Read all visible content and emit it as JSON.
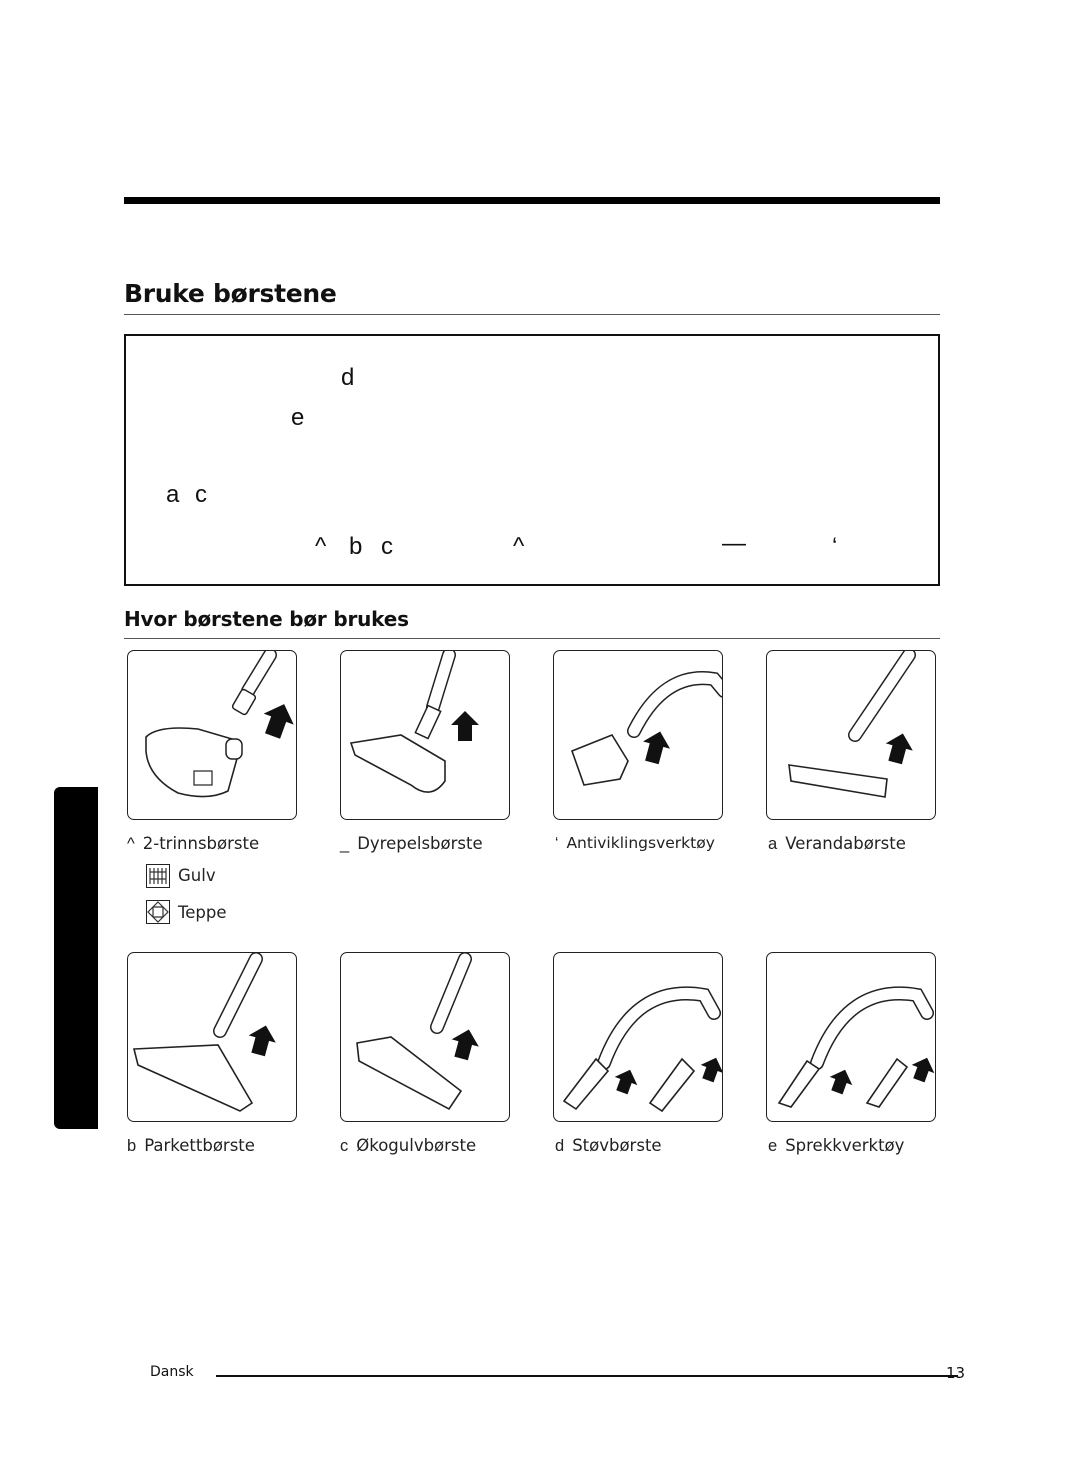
{
  "page": {
    "title": "Bruke børstene",
    "section_title": "Hvor børstene bør brukes",
    "footer_language": "Dansk",
    "page_number": "13"
  },
  "notice_glyphs": [
    "d",
    "e",
    "a",
    "c",
    "^",
    "b",
    "c",
    "^",
    "—",
    "‘"
  ],
  "brushes": [
    {
      "marker": "^",
      "label": "2-trinnsbørste",
      "icon": "turbo-brush-icon"
    },
    {
      "marker": "_",
      "label": "Dyrepelsbørste",
      "icon": "pet-brush-icon"
    },
    {
      "marker": "‘",
      "label": "Antiviklingsverktøy",
      "icon": "anti-tangle-tool-icon"
    },
    {
      "marker": "a",
      "label": "Verandabørste",
      "icon": "veranda-brush-icon"
    },
    {
      "marker": "b",
      "label": "Parkettbørste",
      "icon": "parquet-brush-icon"
    },
    {
      "marker": "c",
      "label": "Økogulvbørste",
      "icon": "eco-floor-brush-icon"
    },
    {
      "marker": "d",
      "label": "Støvbørste",
      "icon": "dusting-brush-icon"
    },
    {
      "marker": "e",
      "label": "Sprekkverktøy",
      "icon": "crevice-tool-icon"
    }
  ],
  "floor_modes": [
    {
      "label": "Gulv",
      "icon": "hard-floor-icon"
    },
    {
      "label": "Teppe",
      "icon": "carpet-icon"
    }
  ]
}
